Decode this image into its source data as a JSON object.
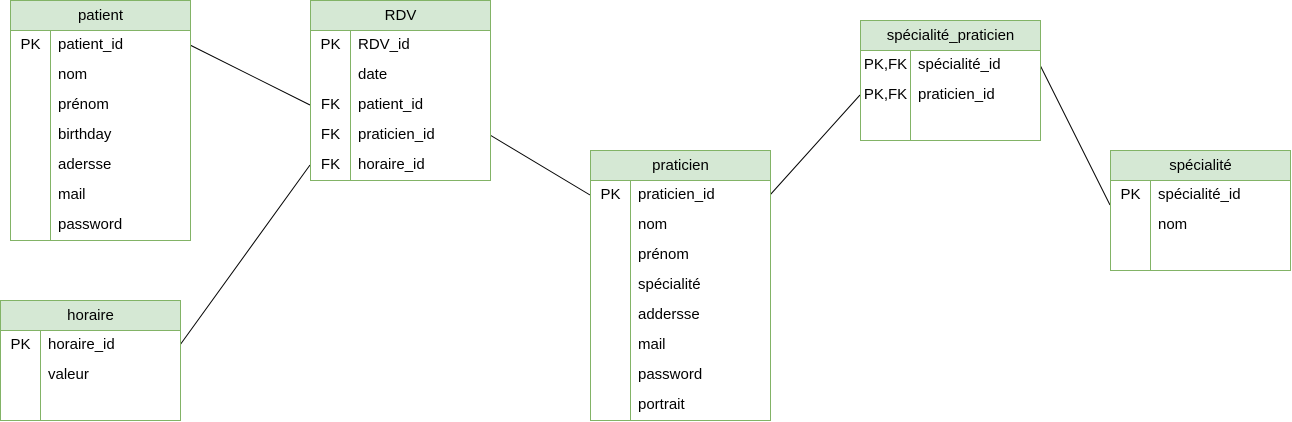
{
  "colors": {
    "header_fill": "#d5e8d4",
    "border": "#82b366",
    "line": "#000000"
  },
  "entities": {
    "patient": {
      "title": "patient",
      "rows": [
        {
          "key": "PK",
          "field": "patient_id"
        },
        {
          "key": "",
          "field": "nom"
        },
        {
          "key": "",
          "field": "prénom"
        },
        {
          "key": "",
          "field": "birthday"
        },
        {
          "key": "",
          "field": "adersse"
        },
        {
          "key": "",
          "field": "mail"
        },
        {
          "key": "",
          "field": "password"
        }
      ]
    },
    "horaire": {
      "title": "horaire",
      "rows": [
        {
          "key": "PK",
          "field": "horaire_id"
        },
        {
          "key": "",
          "field": "valeur"
        }
      ]
    },
    "rdv": {
      "title": "RDV",
      "rows": [
        {
          "key": "PK",
          "field": "RDV_id"
        },
        {
          "key": "",
          "field": "date"
        },
        {
          "key": "FK",
          "field": "patient_id"
        },
        {
          "key": "FK",
          "field": "praticien_id"
        },
        {
          "key": "FK",
          "field": "horaire_id"
        }
      ]
    },
    "praticien": {
      "title": "praticien",
      "rows": [
        {
          "key": "PK",
          "field": "praticien_id"
        },
        {
          "key": "",
          "field": "nom"
        },
        {
          "key": "",
          "field": "prénom"
        },
        {
          "key": "",
          "field": "spécialité"
        },
        {
          "key": "",
          "field": "addersse"
        },
        {
          "key": "",
          "field": "mail"
        },
        {
          "key": "",
          "field": "password"
        },
        {
          "key": "",
          "field": "portrait"
        }
      ]
    },
    "specialite_praticien": {
      "title": "spécialité_praticien",
      "rows": [
        {
          "key": "PK,FK",
          "field": "spécialité_id"
        },
        {
          "key": "PK,FK",
          "field": "praticien_id"
        }
      ]
    },
    "specialite": {
      "title": "spécialité",
      "rows": [
        {
          "key": "PK",
          "field": "spécialité_id"
        },
        {
          "key": "",
          "field": "nom"
        }
      ]
    }
  },
  "relationships": [
    {
      "from": "patient",
      "to": "rdv"
    },
    {
      "from": "horaire",
      "to": "rdv"
    },
    {
      "from": "rdv",
      "to": "praticien"
    },
    {
      "from": "praticien",
      "to": "specialite_praticien"
    },
    {
      "from": "specialite_praticien",
      "to": "specialite"
    }
  ]
}
